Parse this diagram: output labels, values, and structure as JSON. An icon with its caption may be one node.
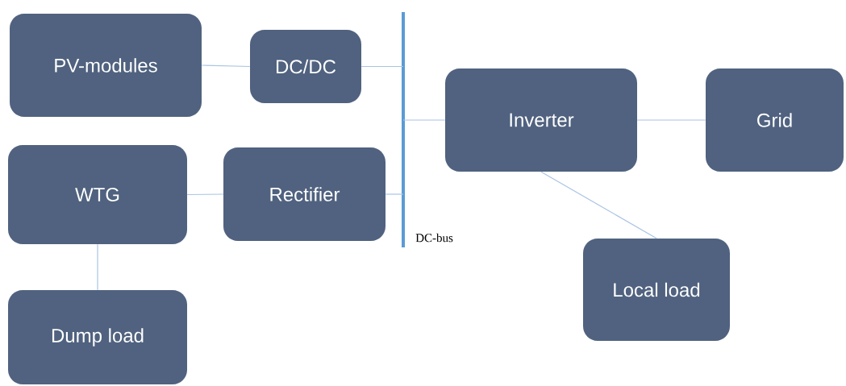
{
  "diagram": {
    "nodes": [
      {
        "text": [
          "PV-modules"
        ]
      },
      {
        "text": [
          "DC/DC"
        ]
      },
      {
        "text": [
          "Inverter"
        ]
      },
      {
        "text": [
          "Grid"
        ]
      },
      {
        "text": [
          "WTG"
        ]
      },
      {
        "text": [
          "Rectifier"
        ]
      },
      {
        "text": [],
        "shape": "bar",
        "beside": [
          "DC-bus"
        ]
      },
      {
        "text": [
          "Local load"
        ]
      },
      {
        "text": [
          "Dump load"
        ]
      }
    ],
    "edges": [
      {
        "from": 0,
        "to": 1,
        "arrow": "none"
      },
      {
        "from": 1,
        "to": 6,
        "arrow": "none"
      },
      {
        "from": 6,
        "to": 2,
        "arrow": "none"
      },
      {
        "from": 4,
        "to": 5,
        "arrow": "none"
      },
      {
        "from": 5,
        "to": 6,
        "arrow": "none"
      },
      {
        "from": 4,
        "to": 8,
        "arrow": "none"
      },
      {
        "from": 2,
        "to": 3,
        "arrow": "none"
      },
      {
        "from": 2,
        "to": 7,
        "arrow": "none"
      }
    ]
  }
}
